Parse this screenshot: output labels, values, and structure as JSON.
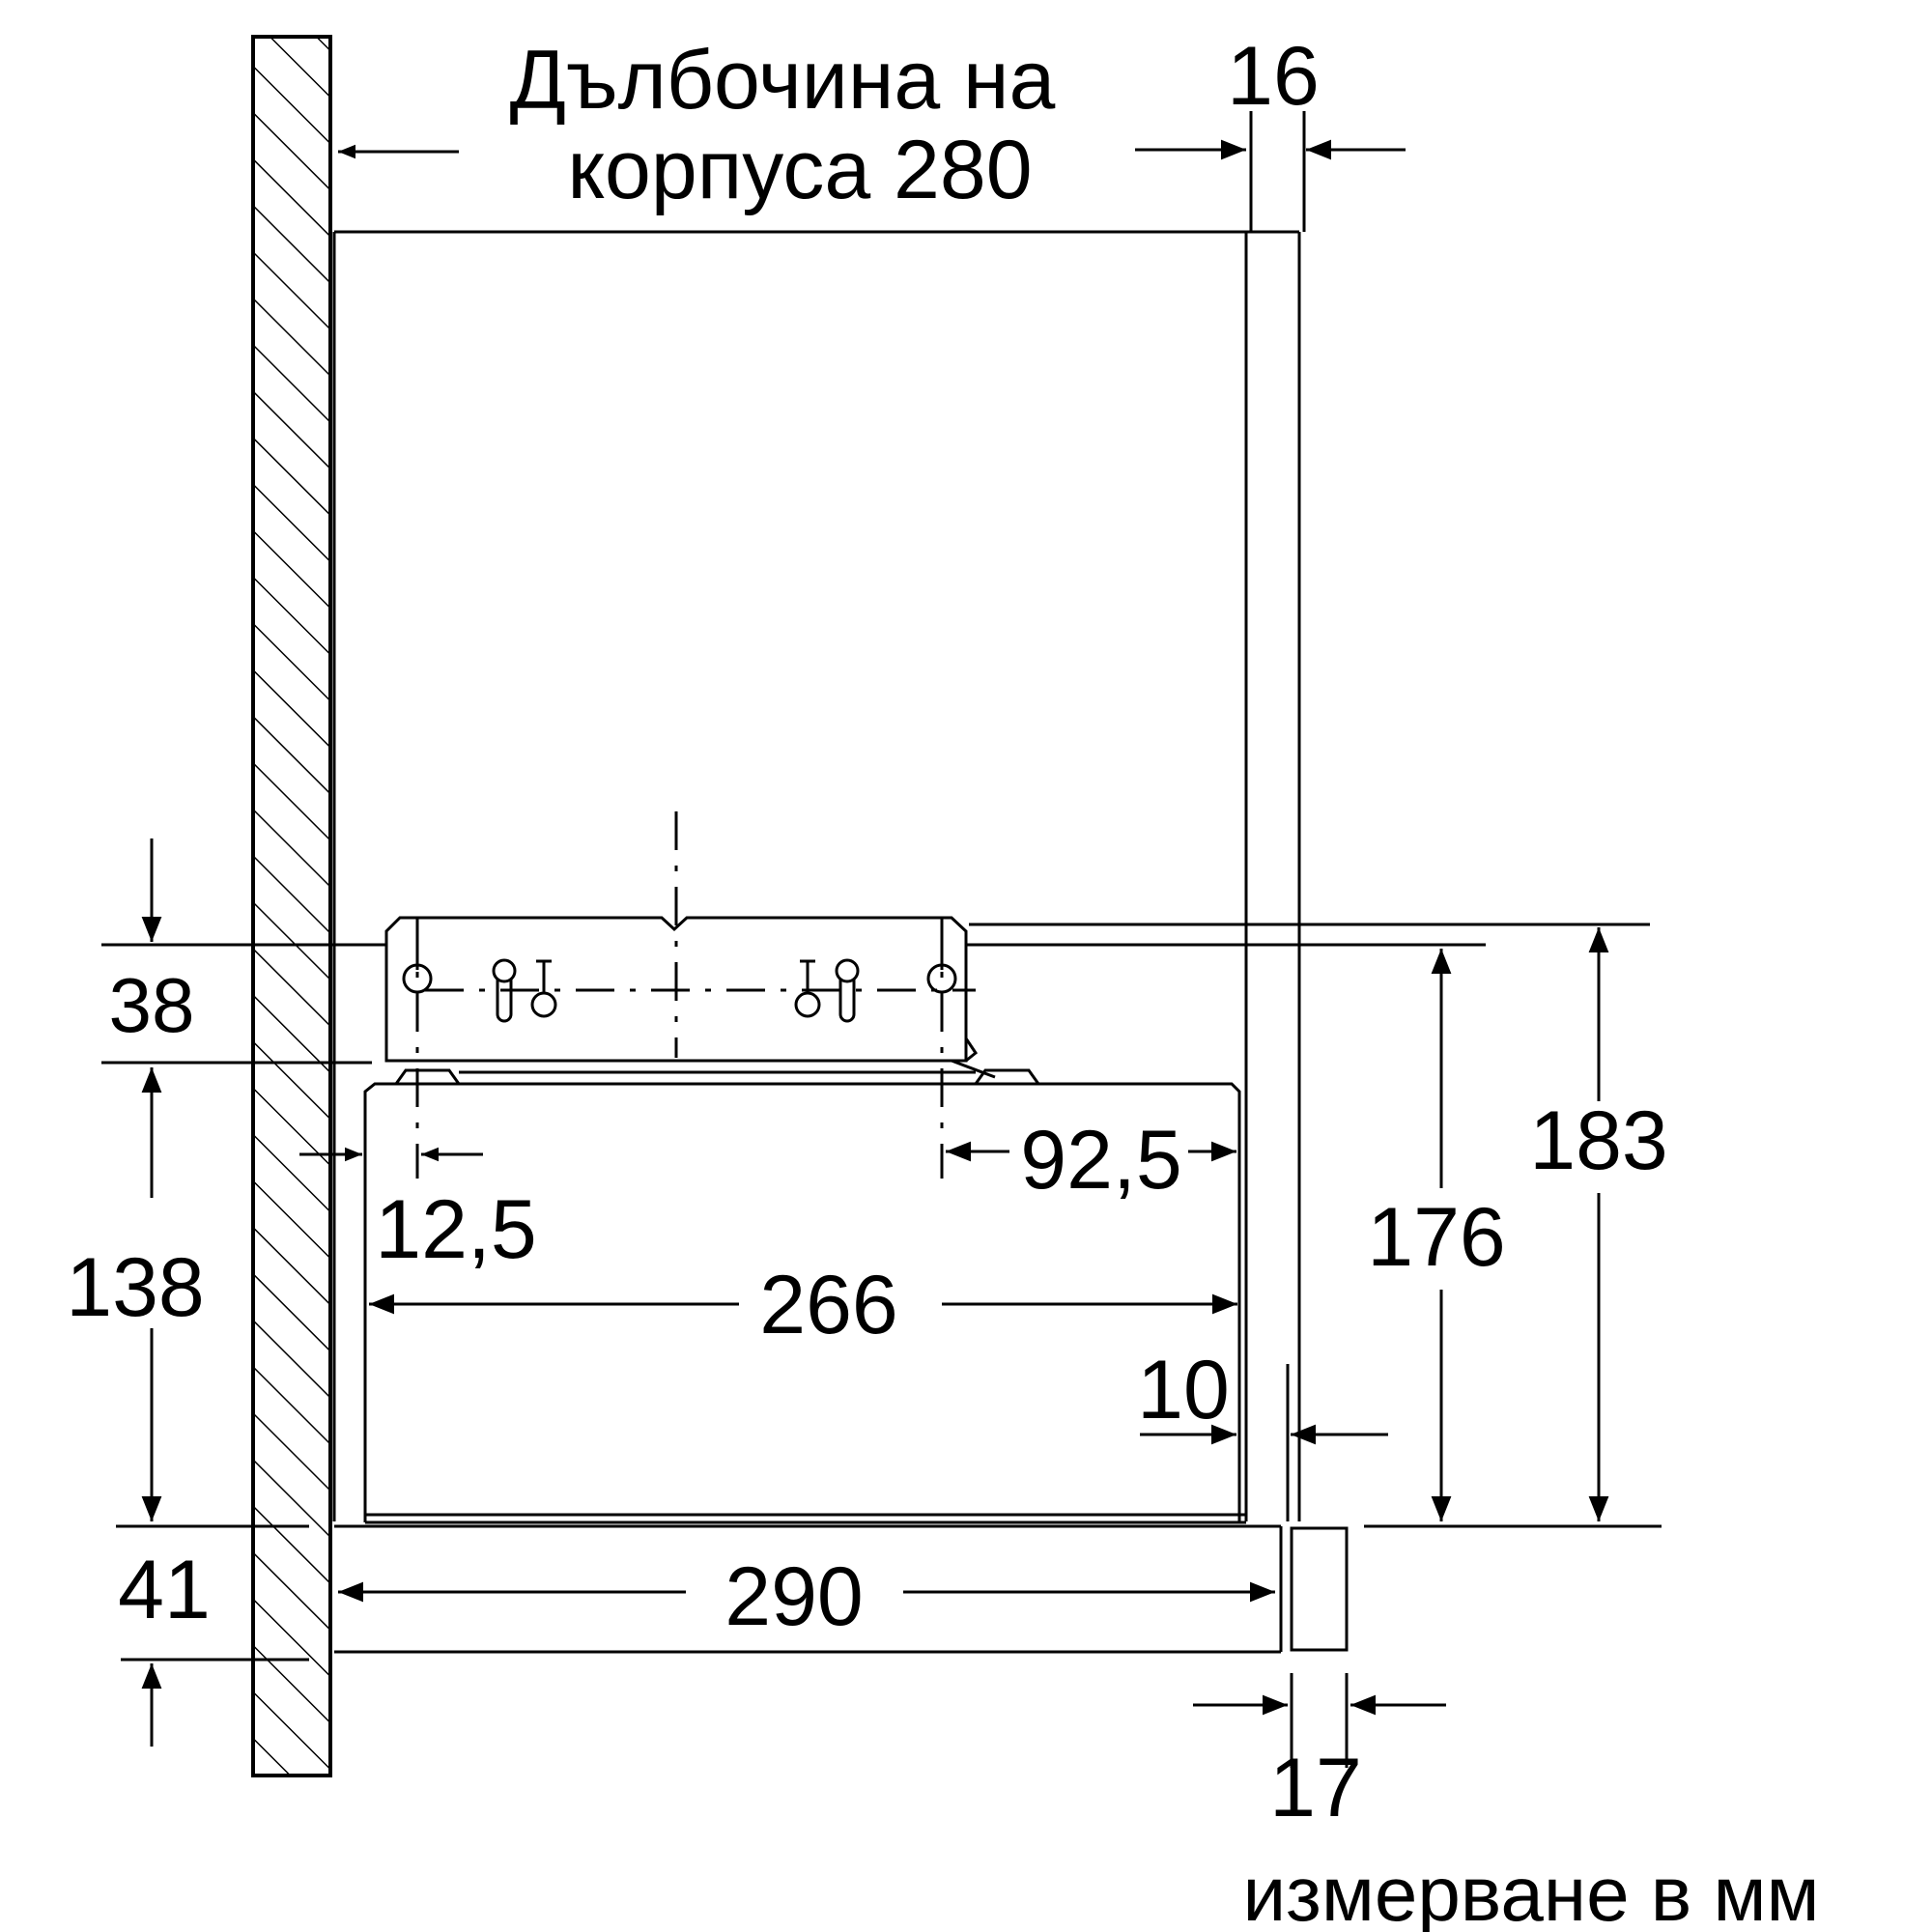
{
  "title_line1": "Дълбочина на",
  "title_line2": "корпуса 280",
  "dims": {
    "d16": "16",
    "d38": "38",
    "d183": "183",
    "d176": "176",
    "d92_5": "92,5",
    "d12_5": "12,5",
    "d138": "138",
    "d266": "266",
    "d10": "10",
    "d41": "41",
    "d290": "290",
    "d17": "17"
  },
  "unit_note": "измерване в мм"
}
